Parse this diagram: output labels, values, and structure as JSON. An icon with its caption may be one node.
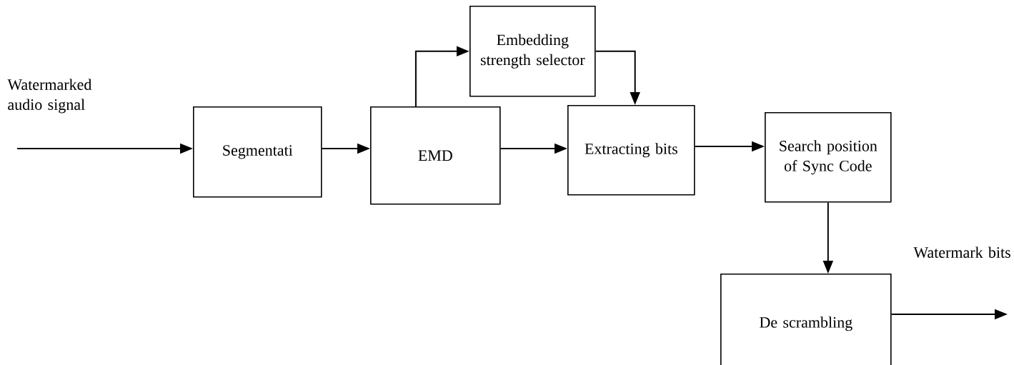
{
  "diagram": {
    "nodes": [
      {
        "text": [
          "Segmentati"
        ]
      },
      {
        "text": [
          "EMD"
        ]
      },
      {
        "text": [
          "Embedding strength selector"
        ]
      },
      {
        "text": [
          "Extracting bits"
        ]
      },
      {
        "text": [
          "Search position of Sync Code"
        ]
      },
      {
        "text": [
          "De scrambling"
        ]
      }
    ],
    "edges": [
      {
        "from": null,
        "to": 0,
        "arrow": "to",
        "label": "Watermarked audio signal"
      },
      {
        "from": 0,
        "to": 1,
        "arrow": "to"
      },
      {
        "from": 1,
        "to": 2,
        "arrow": "to"
      },
      {
        "from": 2,
        "to": 3,
        "arrow": "to"
      },
      {
        "from": 1,
        "to": 3,
        "arrow": "to"
      },
      {
        "from": 3,
        "to": 4,
        "arrow": "to"
      },
      {
        "from": 4,
        "to": 5,
        "arrow": "to"
      },
      {
        "from": 5,
        "to": null,
        "arrow": "to",
        "label": "Watermark bits"
      }
    ]
  }
}
